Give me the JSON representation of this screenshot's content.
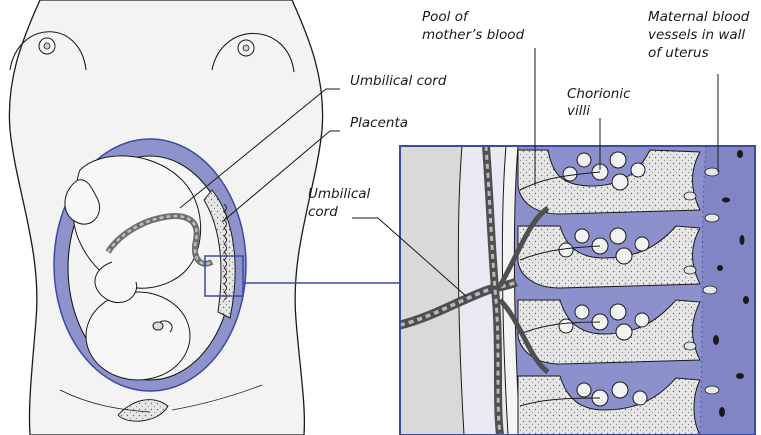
{
  "labels": {
    "umbilical_cord_top": "Umbilical cord",
    "placenta": "Placenta",
    "umbilical_cord_left": [
      "Umbilical",
      "cord"
    ],
    "pool_of_mothers_blood": [
      "Pool of",
      "mother’s blood"
    ],
    "chorionic_villi": [
      "Chorionic",
      "villi"
    ],
    "maternal_vessels": [
      "Maternal blood",
      "vessels in wall",
      "of uterus"
    ]
  },
  "colors": {
    "uterus_wall": "#8f93cc",
    "uterus_wall_dark": "#5c61a8",
    "zoom_background": "#8c90cc",
    "zoom_frame": "#3e4aa2",
    "pool_stipple": "#e3e3e3",
    "body_fill": "#f0f0f0",
    "cord": "#8d8d8d",
    "outline": "#1a1a1a"
  }
}
